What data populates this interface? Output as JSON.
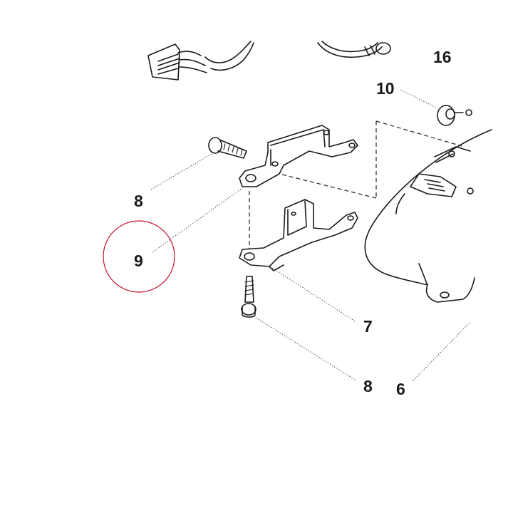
{
  "diagram": {
    "callouts": {
      "c16": "16",
      "c10": "10",
      "c8_top": "8",
      "c9": "9",
      "c7": "7",
      "c8_bottom": "8",
      "c6": "6"
    },
    "highlight_color": "#c8102e"
  }
}
